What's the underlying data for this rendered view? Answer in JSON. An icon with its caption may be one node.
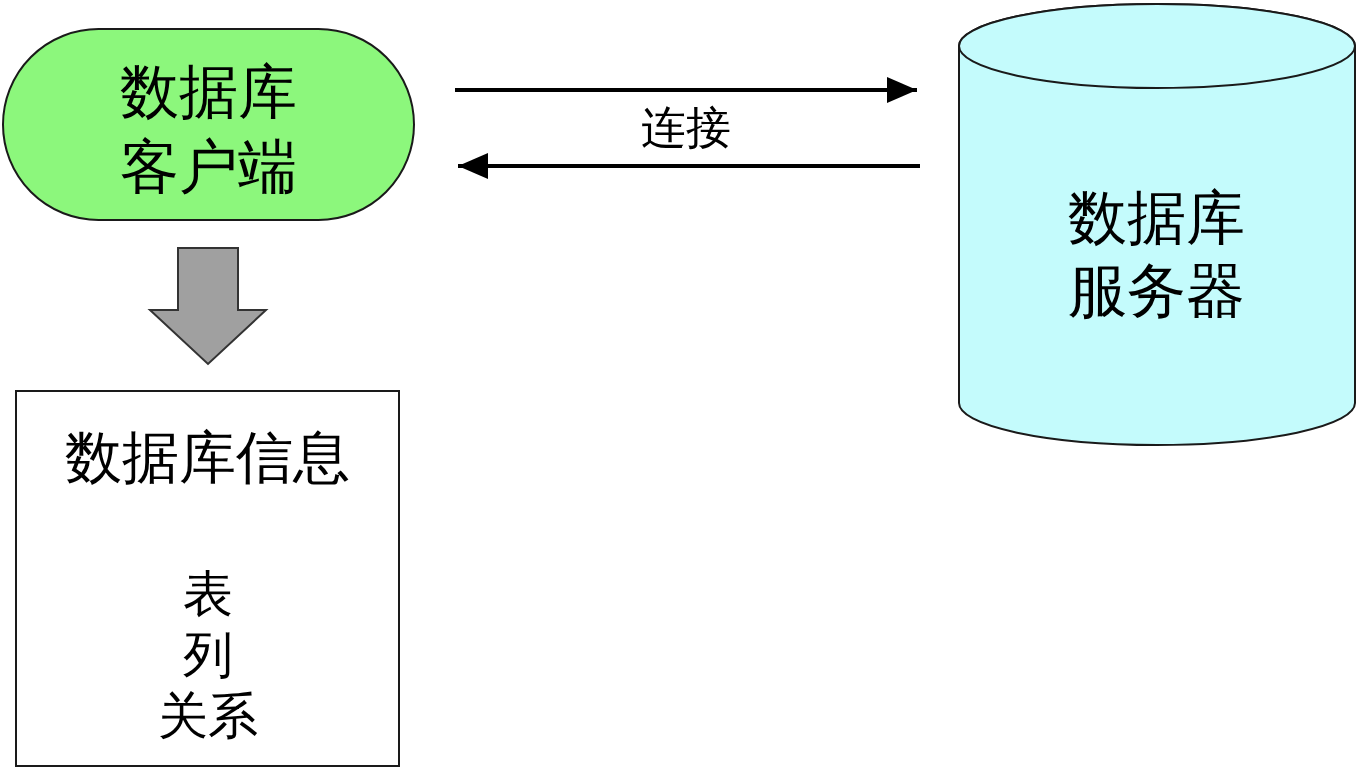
{
  "diagram": {
    "nodes": [
      {
        "text": [
          "数据库客户端"
        ]
      },
      {
        "text": [
          "数据库服务器"
        ]
      },
      {
        "text": [
          "数据库信息",
          "表",
          "列",
          "关系"
        ]
      }
    ],
    "edges": [
      {
        "from": 0,
        "to": 1,
        "arrow": "to",
        "label": "连接"
      },
      {
        "from": 1,
        "to": 0,
        "arrow": "to"
      },
      {
        "from": 0,
        "to": 2,
        "arrow": "to",
        "style": "thick",
        "color": "#a0a0a0"
      }
    ]
  }
}
